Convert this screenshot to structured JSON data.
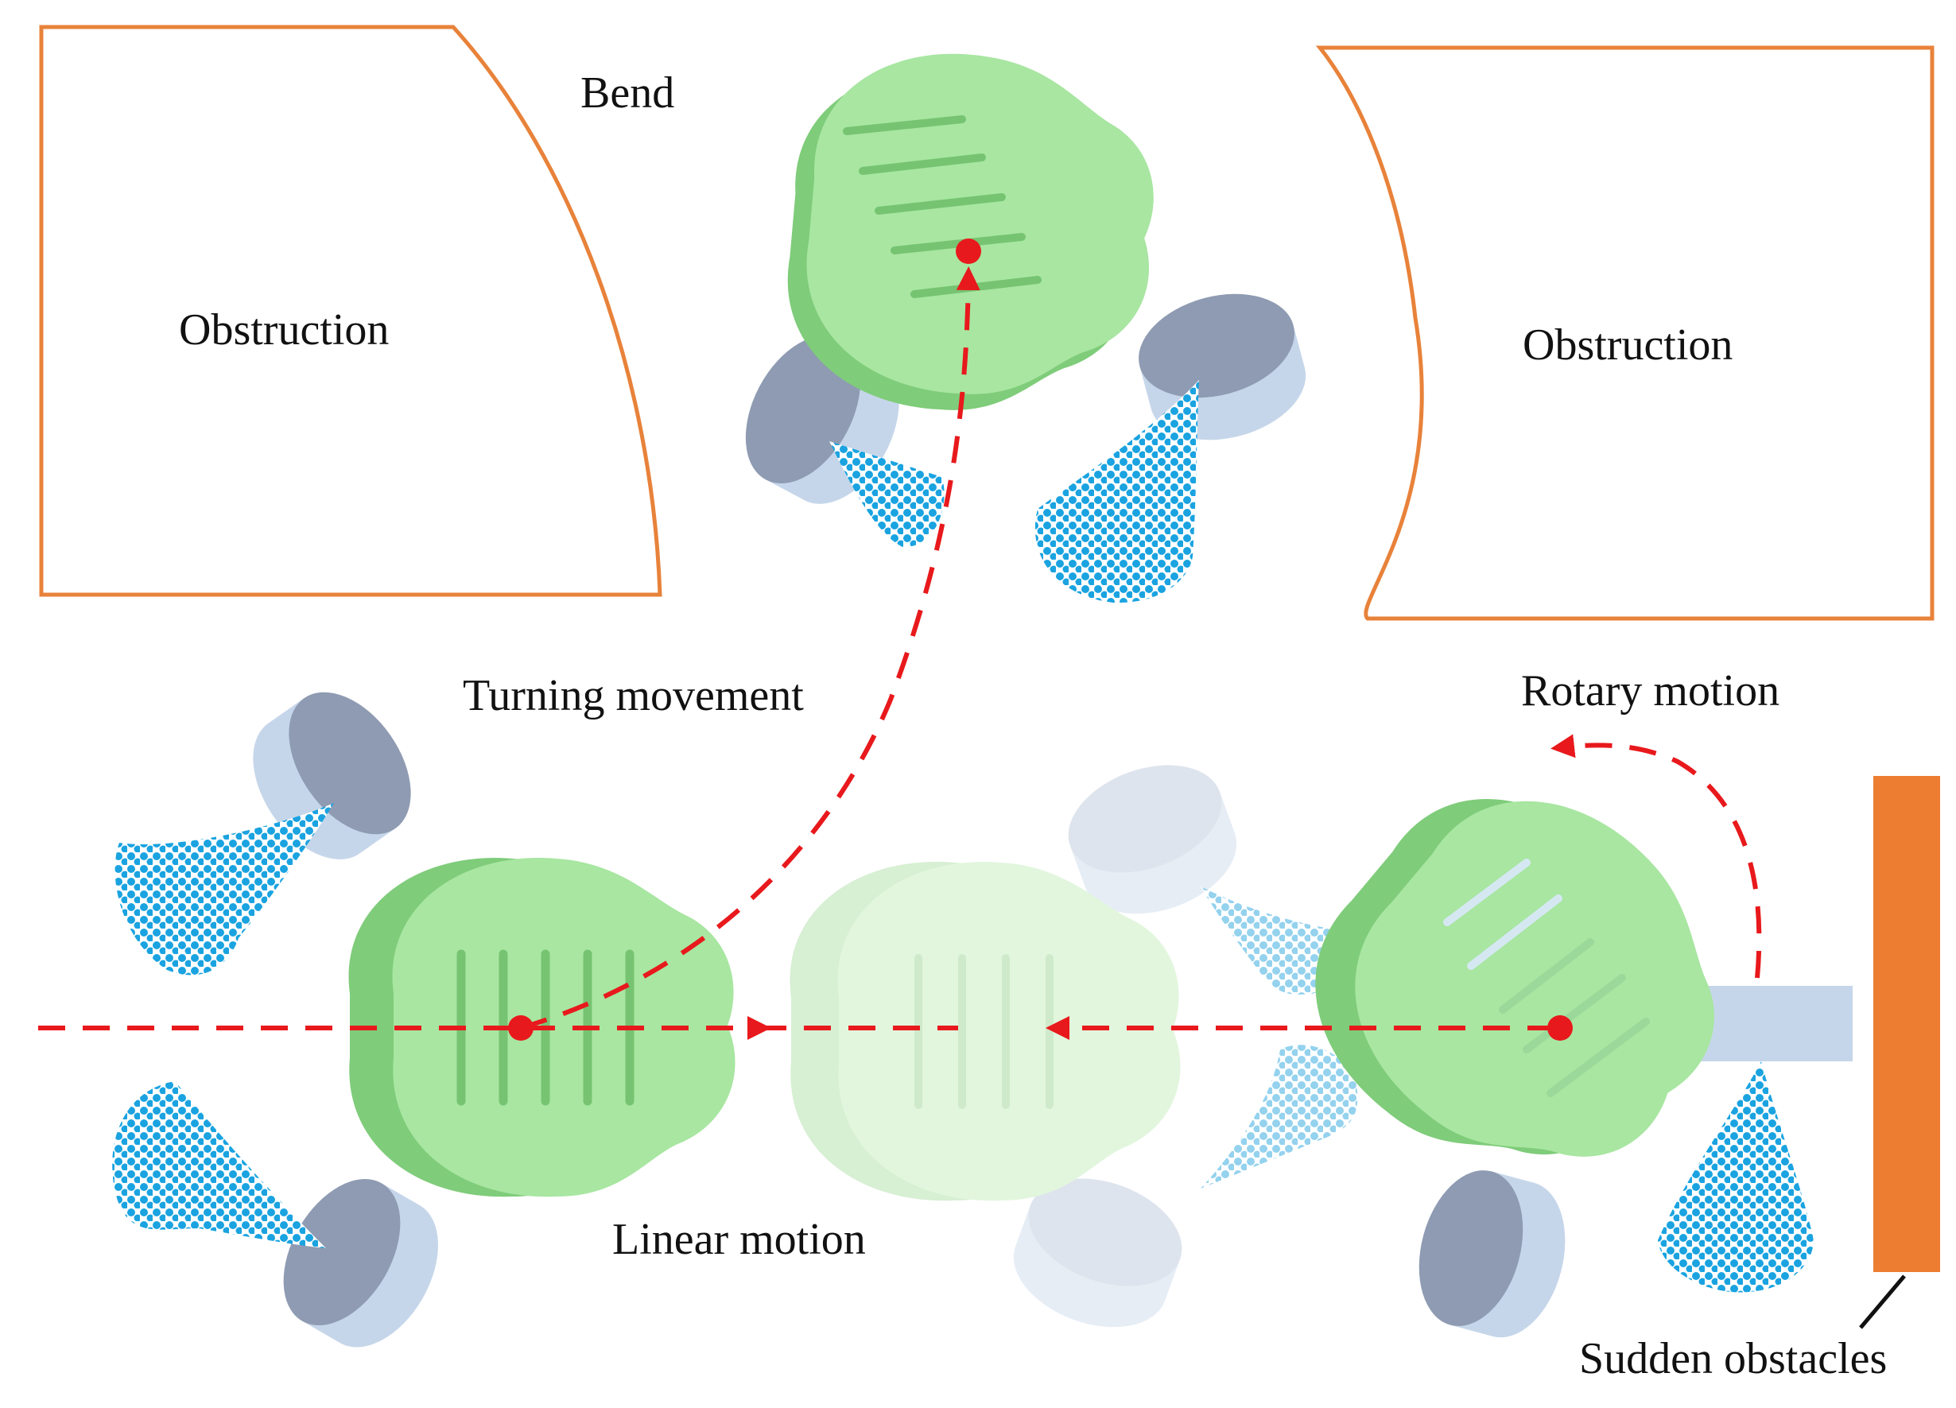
{
  "labels": {
    "bend": "Bend",
    "obstruction_left": "Obstruction",
    "obstruction_right": "Obstruction",
    "turning_movement": "Turning movement",
    "rotary_motion": "Rotary motion",
    "linear_motion": "Linear motion",
    "sudden_obstacles": "Sudden obstacles"
  },
  "colors": {
    "obstruction_outline": "#E8823A",
    "sudden_obstacle_fill": "#ED7D31",
    "robot_body": "#A8E6A1",
    "robot_body_side": "#7FCC7A",
    "robot_slot": "#76C472",
    "wheel_top": "#8E9BB2",
    "wheel_side": "#C6D6EA",
    "spray": "#1AA3E0",
    "path": "#E8191C"
  },
  "icons": {
    "robot": "robot-icon",
    "wheel": "wheel-icon",
    "spray": "spray-cone-icon"
  }
}
